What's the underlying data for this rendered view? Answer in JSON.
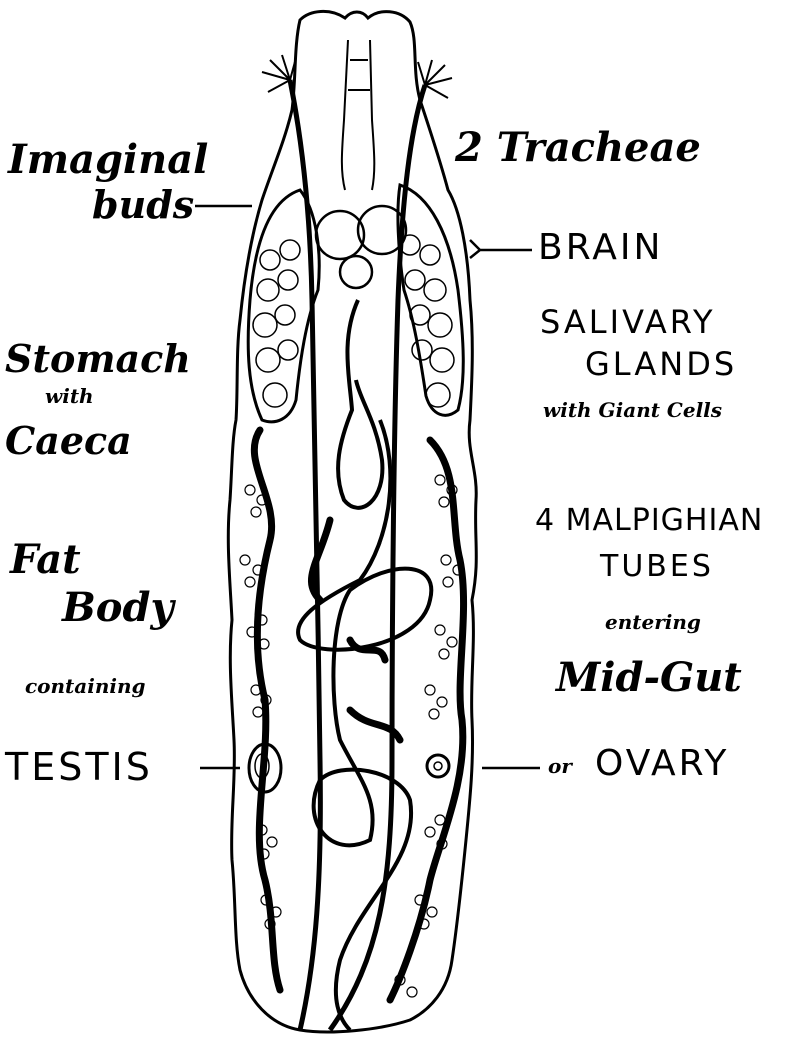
{
  "labels": {
    "imaginal": "Imaginal",
    "buds": "buds",
    "stomach": "Stomach",
    "with": "with",
    "caeca": "Caeca",
    "fat": "Fat",
    "body": "Body",
    "containing": "containing",
    "testis": "TESTIS",
    "tracheae": "2 Tracheae",
    "brain": "BRAIN",
    "salivary": "SALIVARY",
    "glands": "GLANDS",
    "giant_cells": "with Giant Cells",
    "malpighian": "4 MALPIGHIAN",
    "tubes": "TUBES",
    "entering": "entering",
    "mid_gut": "Mid-Gut",
    "or": "or",
    "ovary": "OVARY"
  },
  "colors": {
    "ink": "#000000",
    "paper": "#ffffff"
  }
}
